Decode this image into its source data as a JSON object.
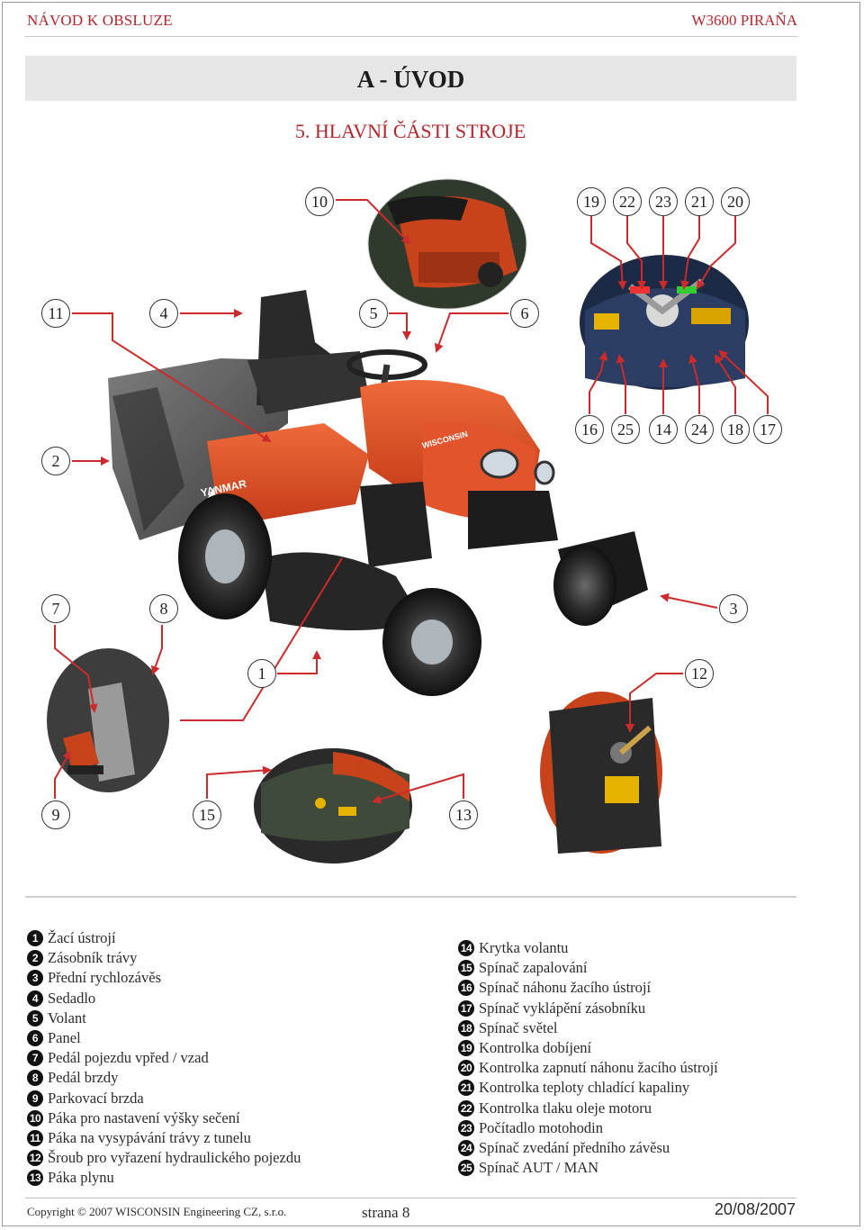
{
  "header": {
    "manual_title": "NÁVOD K OBSLUZE",
    "model": "W3600 PIRAŇA"
  },
  "chapter_title": "A - ÚVOD",
  "section_title": "5. HLAVNÍ ČÁSTI STROJE",
  "callouts": [
    "10",
    "19",
    "22",
    "23",
    "21",
    "20",
    "11",
    "4",
    "5",
    "6",
    "16",
    "25",
    "14",
    "24",
    "18",
    "17",
    "2",
    "7",
    "8",
    "3",
    "1",
    "12",
    "9",
    "15",
    "13"
  ],
  "legend_left": [
    {
      "num": "1",
      "label": "Žací ústrojí"
    },
    {
      "num": "2",
      "label": "Zásobník trávy"
    },
    {
      "num": "3",
      "label": "Přední rychlozávěs"
    },
    {
      "num": "4",
      "label": "Sedadlo"
    },
    {
      "num": "5",
      "label": "Volant"
    },
    {
      "num": "6",
      "label": "Panel"
    },
    {
      "num": "7",
      "label": "Pedál pojezdu vpřed / vzad"
    },
    {
      "num": "8",
      "label": "Pedál brzdy"
    },
    {
      "num": "9",
      "label": "Parkovací brzda"
    },
    {
      "num": "10",
      "label": "Páka pro nastavení výšky sečení"
    },
    {
      "num": "11",
      "label": "Páka na vysypávání trávy z tunelu"
    },
    {
      "num": "12",
      "label": "Šroub pro vyřazení hydraulického pojezdu"
    },
    {
      "num": "13",
      "label": "Páka plynu"
    }
  ],
  "legend_right": [
    {
      "num": "14",
      "label": "Krytka volantu"
    },
    {
      "num": "15",
      "label": "Spínač zapalování"
    },
    {
      "num": "16",
      "label": "Spínač náhonu žacího  ústrojí"
    },
    {
      "num": "17",
      "label": "Spínač vyklápění zásobníku"
    },
    {
      "num": "18",
      "label": "Spínač světel"
    },
    {
      "num": "19",
      "label": "Kontrolka dobíjení"
    },
    {
      "num": "20",
      "label": "Kontrolka zapnutí náhonu žacího ústrojí"
    },
    {
      "num": "21",
      "label": "Kontrolka teploty chladící kapaliny"
    },
    {
      "num": "22",
      "label": "Kontrolka tlaku oleje motoru"
    },
    {
      "num": "23",
      "label": "Počítadlo motohodin"
    },
    {
      "num": "24",
      "label": "Spínač zvedání předního závěsu"
    },
    {
      "num": "25",
      "label": "Spínač AUT / MAN"
    }
  ],
  "tractor_decals": {
    "brand_side": "YANMAR",
    "brand_front": "WISCONSIN"
  },
  "footer": {
    "copyright": "Copyright © 2007 WISCONSIN Engineering CZ, s.r.o.",
    "page": "strana 8",
    "date": "20/08/2007"
  },
  "colors": {
    "accent": "#b3262b",
    "tractor_orange": "#d9471f",
    "band_gray": "#e6e6e6"
  }
}
